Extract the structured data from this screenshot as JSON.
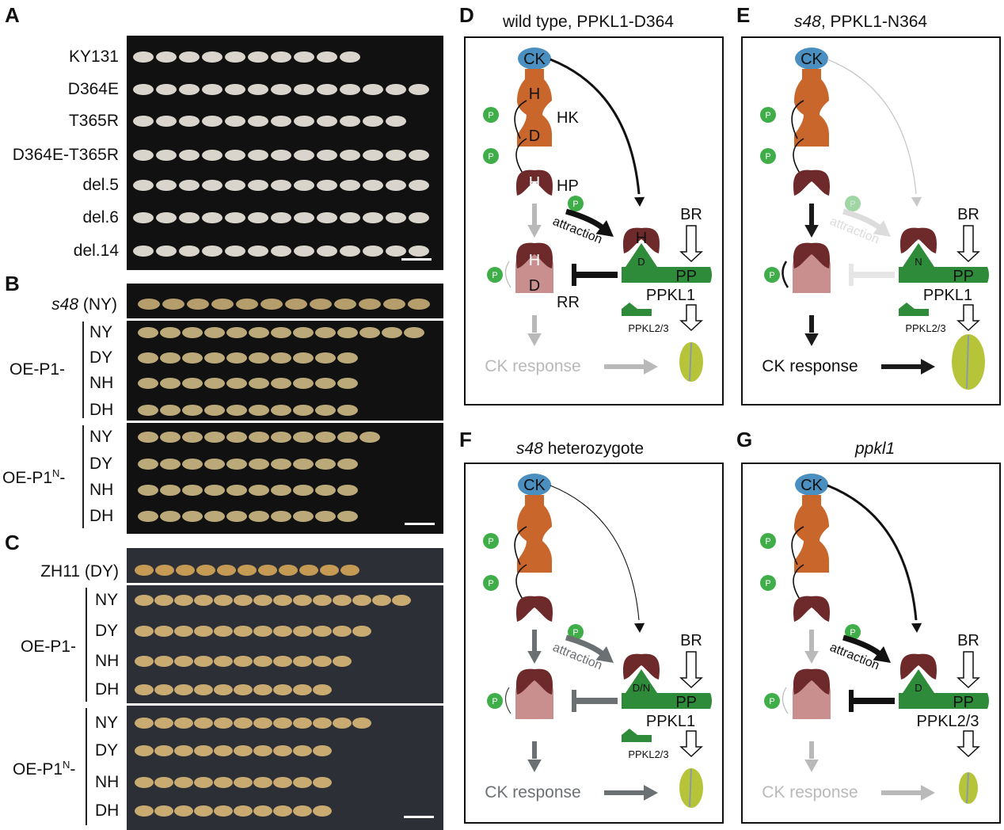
{
  "panelA": {
    "letter": "A",
    "rows": [
      "KY131",
      "D364E",
      "T365R",
      "D364E-T365R",
      "del.5",
      "del.6",
      "del.14"
    ],
    "grain_counts": [
      10,
      13,
      12,
      13,
      13,
      13,
      13
    ]
  },
  "panelB": {
    "letter": "B",
    "top_row": {
      "italic": "s48",
      "rest": " (NY)",
      "count": 12
    },
    "groups": [
      {
        "name": "OE-P1-",
        "sub": [
          "NY",
          "DY",
          "NH",
          "DH"
        ],
        "counts": [
          13,
          10,
          10,
          10
        ]
      },
      {
        "name_main": "OE-P1",
        "name_sup": "N",
        "name_end": "-",
        "sub": [
          "NY",
          "DY",
          "NH",
          "DH"
        ],
        "counts": [
          11,
          10,
          10,
          10
        ]
      }
    ]
  },
  "panelC": {
    "letter": "C",
    "top_row": {
      "label": "ZH11 (DY)",
      "count": 11
    },
    "groups": [
      {
        "name": "OE-P1-",
        "sub": [
          "NY",
          "DY",
          "NH",
          "DH"
        ],
        "counts": [
          14,
          12,
          11,
          10
        ]
      },
      {
        "name_main": "OE-P1",
        "name_sup": "N",
        "name_end": "-",
        "sub": [
          "NY",
          "DY",
          "NH",
          "DH"
        ],
        "counts": [
          12,
          10,
          10,
          10
        ]
      }
    ]
  },
  "panelD": {
    "letter": "D",
    "title": "wild type, PPKL1-D364",
    "state": "wt"
  },
  "panelE": {
    "letter": "E",
    "title_italic": "s48",
    "title_rest": ", PPKL1-N364",
    "state": "s48"
  },
  "panelF": {
    "letter": "F",
    "title_italic": "s48",
    "title_rest": " heterozygote",
    "state": "het"
  },
  "panelG": {
    "letter": "G",
    "title_italic": "ppkl1",
    "state": "ppkl1"
  },
  "diagram_text": {
    "ck": "CK",
    "h": "H",
    "d": "D",
    "hk": "HK",
    "hp": "HP",
    "rr": "RR",
    "p": "P",
    "br": "BR",
    "pp": "PP",
    "attraction": "attraction",
    "ppkl1": "PPKL1",
    "ppkl23": "PPKL2/3",
    "ck_response": "CK response",
    "site_d": "D",
    "site_n": "N",
    "site_dn": "D/N"
  },
  "colors": {
    "photo_bg": "#121212",
    "ck": "#4a8fc0",
    "hk": "#c8662c",
    "hp": "#6e2a2a",
    "rr": "#c98e8e",
    "pp": "#2e8b3a",
    "leaf": "#b6c43a",
    "p_circle": "#3fae49"
  }
}
